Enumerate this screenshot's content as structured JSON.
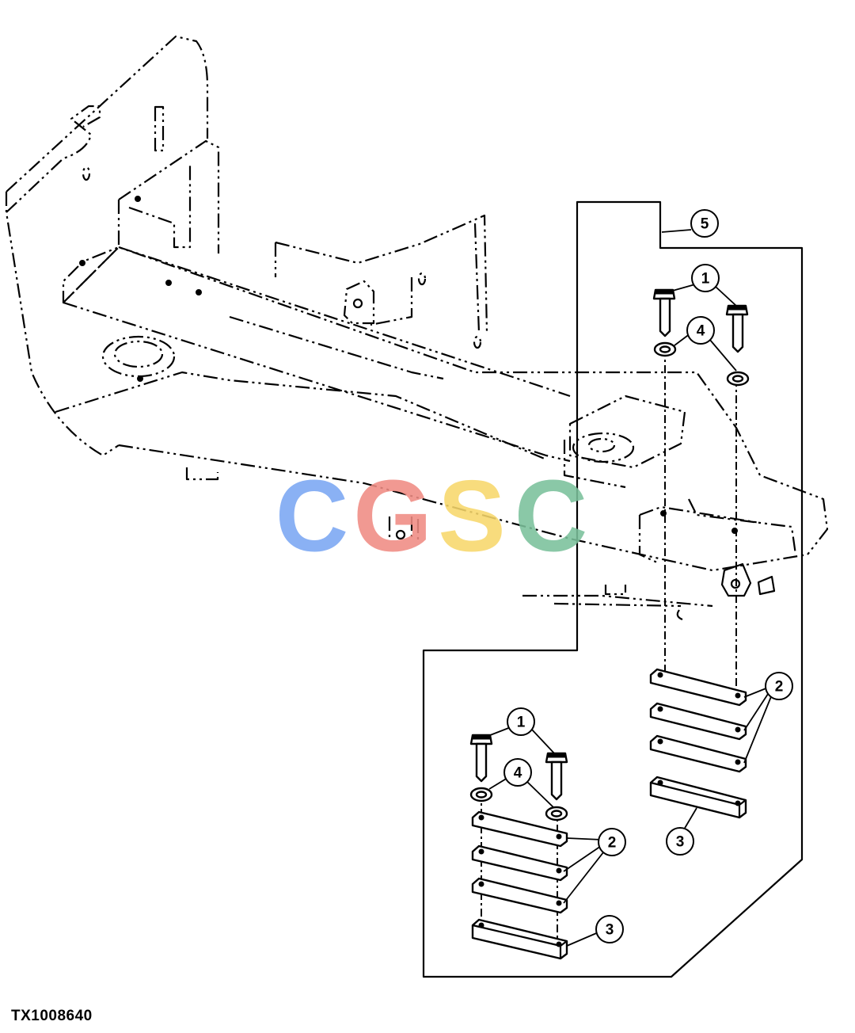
{
  "figure": {
    "id": "TX1008640"
  },
  "watermark": {
    "letters": [
      {
        "char": "C",
        "color": "#7ba7f3"
      },
      {
        "char": "G",
        "color": "#f08c84"
      },
      {
        "char": "S",
        "color": "#f8d86c"
      },
      {
        "char": "C",
        "color": "#7bc19b"
      }
    ]
  },
  "callouts": {
    "assembly": "5",
    "upper_cap_screw": "1",
    "upper_washer": "4",
    "upper_shim": "2",
    "upper_spacer": "3",
    "lower_cap_screw": "1",
    "lower_washer": "4",
    "lower_shim": "2",
    "lower_spacer": "3"
  }
}
